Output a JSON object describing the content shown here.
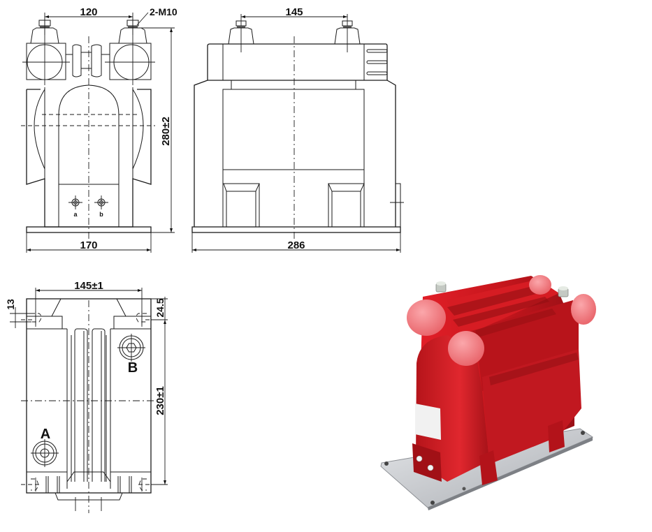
{
  "drawing": {
    "front_view": {
      "dimensions": {
        "terminal_spacing": "120",
        "terminal_thread": "2-M10",
        "height": "280±2",
        "width": "170"
      },
      "terminal_labels": {
        "a": "a",
        "b": "b"
      }
    },
    "side_view": {
      "dimensions": {
        "terminal_spacing": "145",
        "length": "286"
      }
    },
    "bottom_view": {
      "dimensions": {
        "mount_spacing_width": "145±1",
        "slot_offset": "13",
        "slot_depth": "24.5",
        "mount_spacing_length": "230±1"
      },
      "terminal_labels": {
        "A": "A",
        "B": "B"
      }
    }
  },
  "photo": {
    "subject": "Red epoxy resin voltage transformer on steel base plate",
    "colors": {
      "body": "#c8161d",
      "body_dark": "#8e0e12",
      "caps": "#f07a80",
      "base": "#c9cbcf",
      "label": "#f1f1f1"
    }
  }
}
